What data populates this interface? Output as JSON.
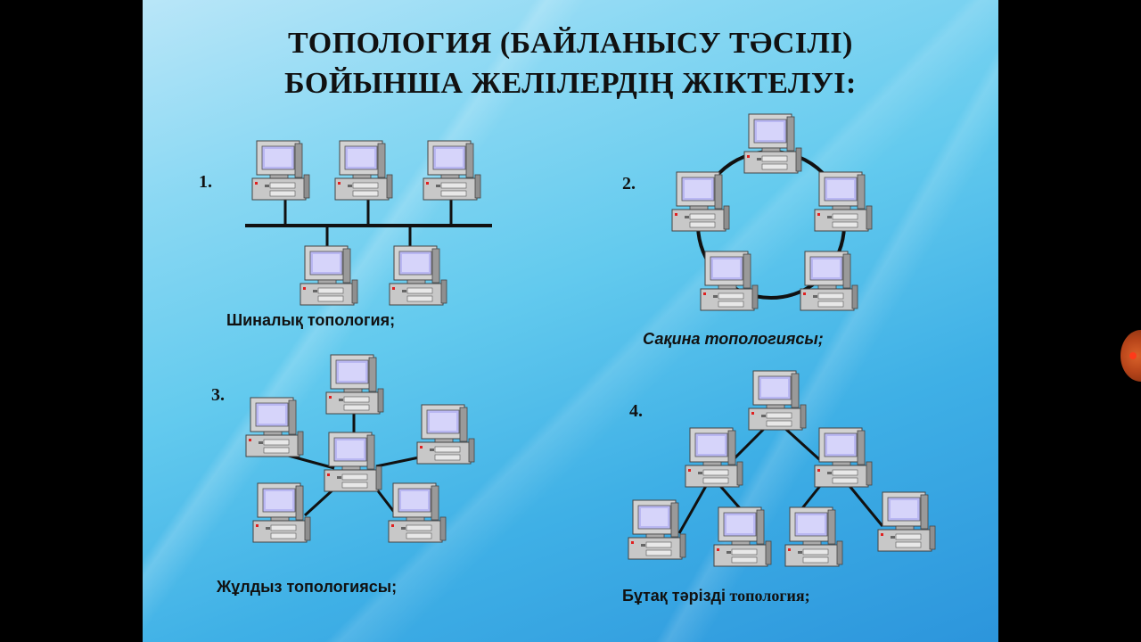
{
  "slide": {
    "title_line1": "ТОПОЛОГИЯ (БАЙЛАНЫСУ ТӘСІЛІ)",
    "title_line2": "БОЙЫНША ЖЕЛІЛЕРДІҢ ЖІКТЕЛУІ:"
  },
  "topologies": [
    {
      "number": "1.",
      "caption": "Шиналық топология;"
    },
    {
      "number": "2.",
      "caption": "Сақина топологиясы;"
    },
    {
      "number": "3.",
      "caption": "Жұлдыз топологиясы;"
    },
    {
      "number": "4.",
      "caption_a": "Бұтақ тәрізді",
      "caption_b": " топология;"
    }
  ],
  "colors": {
    "line": "#111111",
    "screen": "#b9b7f2",
    "case": "#c8c8c8"
  },
  "icons": {
    "computer": "computer-icon",
    "side": "record-icon"
  }
}
